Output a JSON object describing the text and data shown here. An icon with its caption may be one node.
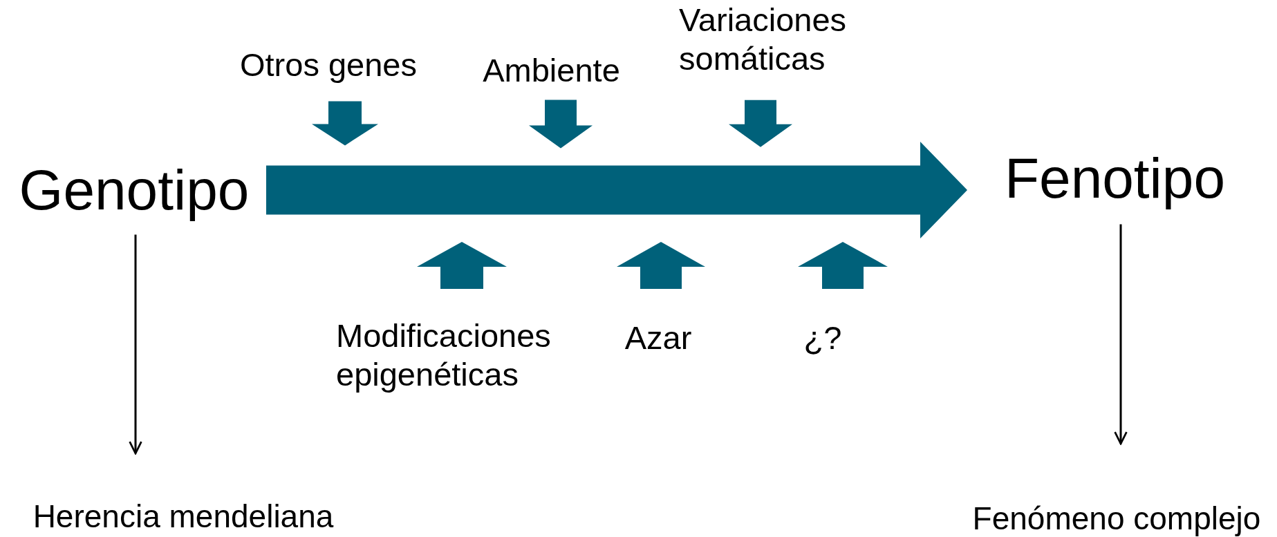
{
  "diagram": {
    "nodes": [
      {
        "text": [
          "Genotipo"
        ]
      },
      {
        "text": [
          "Fenotipo"
        ]
      },
      {
        "text": [
          "Herencia mendeliana"
        ]
      },
      {
        "text": [
          "Fenómeno complejo"
        ]
      },
      {
        "text": [
          "Otros genes"
        ]
      },
      {
        "text": [
          "Ambiente"
        ]
      },
      {
        "text": [
          "Variaciones somáticas"
        ]
      },
      {
        "text": [
          "Modificaciones epigenéticas"
        ]
      },
      {
        "text": [
          "Azar"
        ]
      },
      {
        "text": [
          "¿?"
        ]
      }
    ],
    "edges": [
      {
        "from": 0,
        "to": 1,
        "arrow": "to",
        "style": "thick"
      },
      {
        "from": 4,
        "to": null,
        "arrow": "to",
        "style": "thick"
      },
      {
        "from": 5,
        "to": null,
        "arrow": "to",
        "style": "thick"
      },
      {
        "from": 6,
        "to": null,
        "arrow": "to",
        "style": "thick"
      },
      {
        "from": 7,
        "to": null,
        "arrow": "to",
        "style": "thick"
      },
      {
        "from": 8,
        "to": null,
        "arrow": "to",
        "style": "thick"
      },
      {
        "from": 9,
        "to": null,
        "arrow": "to",
        "style": "thick"
      },
      {
        "from": 0,
        "to": 2,
        "arrow": "to",
        "color": "#000000"
      },
      {
        "from": 1,
        "to": 3,
        "arrow": "to",
        "color": "#000000"
      }
    ]
  }
}
